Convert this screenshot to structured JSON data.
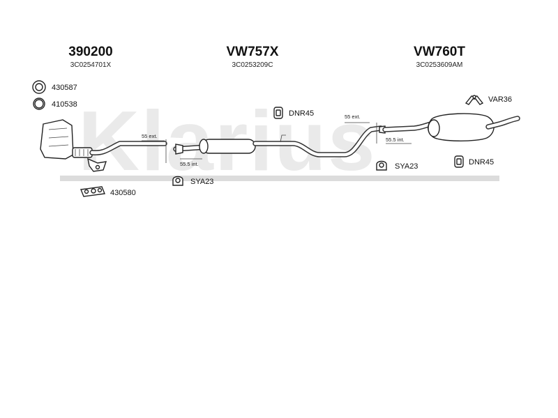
{
  "watermark": "Klarius",
  "sections": [
    {
      "part_number": "390200",
      "oem_ref": "3C0254701X"
    },
    {
      "part_number": "VW757X",
      "oem_ref": "3C0253209C"
    },
    {
      "part_number": "VW760T",
      "oem_ref": "3C0253609AM"
    }
  ],
  "fittings": [
    {
      "code": "430587",
      "icon": "clamp-ring-icon"
    },
    {
      "code": "410538",
      "icon": "seal-ring-icon"
    },
    {
      "code": "430580",
      "icon": "gasket-icon"
    },
    {
      "code": "DNR45",
      "icon": "rubber-mount-icon"
    },
    {
      "code": "SYA23",
      "icon": "clamp-icon"
    },
    {
      "code": "VAR36",
      "icon": "bracket-icon"
    },
    {
      "code": "SYA23",
      "icon": "clamp-icon"
    },
    {
      "code": "DNR45",
      "icon": "rubber-mount-icon"
    }
  ],
  "joints": [
    {
      "ext": "55 ext.",
      "int": "55.5 int."
    },
    {
      "ext": "55 ext.",
      "int": "55.5 int."
    }
  ],
  "colors": {
    "line": "#333333",
    "watermark": "#d9d9d9",
    "rail": "#dcdcdc"
  }
}
